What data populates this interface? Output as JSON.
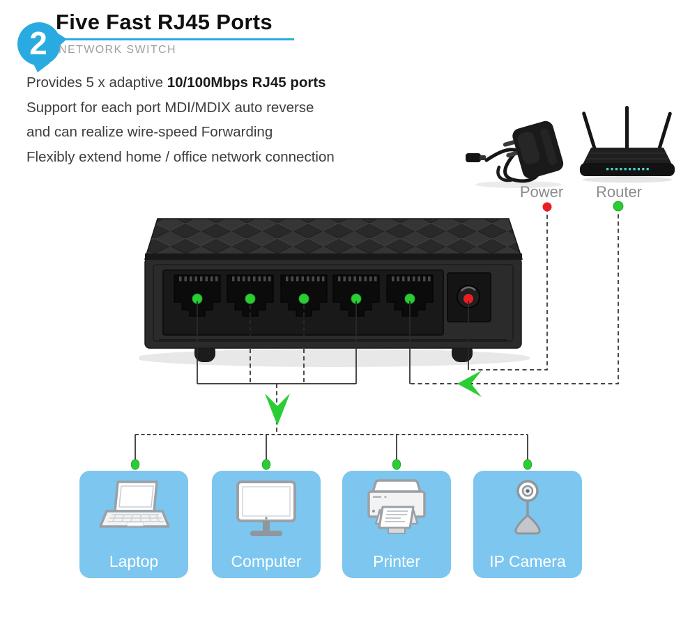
{
  "header": {
    "badge_number": "2",
    "title": "Five Fast RJ45 Ports",
    "subtitle": "NETWORK SWITCH"
  },
  "description": {
    "line1_prefix": "Provides 5 x adaptive ",
    "line1_bold": "10/100Mbps RJ45 ports",
    "line2": "Support for each port MDI/MDIX auto reverse",
    "line3": "and can realize wire-speed Forwarding",
    "line4": "Flexibly extend home / office network connection"
  },
  "peripherals": {
    "power": {
      "label": "Power",
      "status_color": "#EA1C24",
      "icon": "power-adapter-icon"
    },
    "router": {
      "label": "Router",
      "status_color": "#2BCD35",
      "icon": "router-icon"
    }
  },
  "switch": {
    "port_count": 5,
    "port_led_color": "#2BCD35",
    "power_jack_led_color": "#EA1C24"
  },
  "devices": [
    {
      "label": "Laptop",
      "icon": "laptop-icon"
    },
    {
      "label": "Computer",
      "icon": "computer-icon"
    },
    {
      "label": "Printer",
      "icon": "printer-icon"
    },
    {
      "label": "IP Camera",
      "icon": "ip-camera-icon"
    }
  ],
  "colors": {
    "accent_blue": "#29ABE2",
    "card_blue": "#7CC6EF",
    "connector_green": "#2BCD35",
    "status_red": "#EA1C24",
    "line_dark": "#2b2b2b"
  }
}
